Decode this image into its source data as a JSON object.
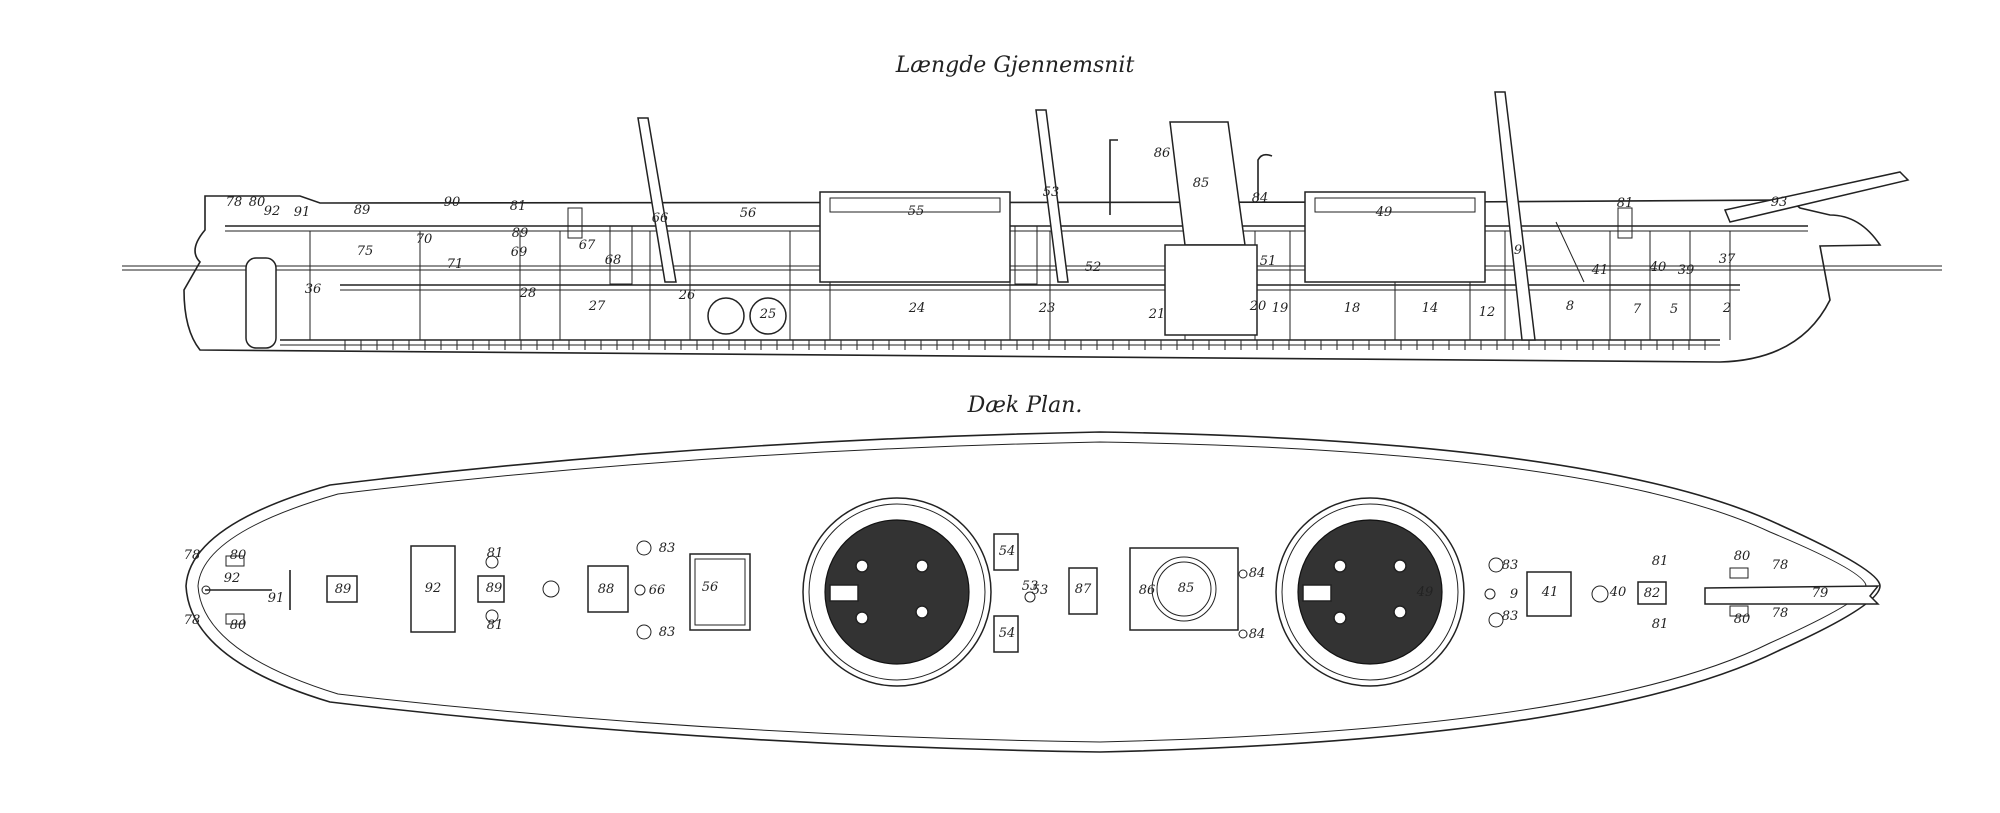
{
  "titles": {
    "section": "Længde Gjennemsnit",
    "plan": "Dæk Plan."
  },
  "section_labels": [
    "78",
    "80",
    "92",
    "91",
    "89",
    "90",
    "81",
    "89",
    "75",
    "70",
    "69",
    "71",
    "67",
    "68",
    "66",
    "56",
    "55",
    "53",
    "52",
    "86",
    "85",
    "84",
    "51",
    "49",
    "9",
    "81",
    "93",
    "41",
    "40",
    "39",
    "37",
    "36",
    "28",
    "27",
    "26",
    "25",
    "24",
    "23",
    "21",
    "20",
    "19",
    "18",
    "14",
    "12",
    "8",
    "7",
    "5",
    "2"
  ],
  "plan_labels": [
    "78",
    "80",
    "92",
    "91",
    "78",
    "80",
    "89",
    "92",
    "81",
    "89",
    "81",
    "88",
    "83",
    "66",
    "83",
    "56",
    "53",
    "54",
    "53",
    "54",
    "87",
    "85",
    "86",
    "84",
    "84",
    "49",
    "83",
    "9",
    "83",
    "41",
    "40",
    "82",
    "81",
    "81",
    "80",
    "80",
    "78",
    "78",
    "79"
  ]
}
